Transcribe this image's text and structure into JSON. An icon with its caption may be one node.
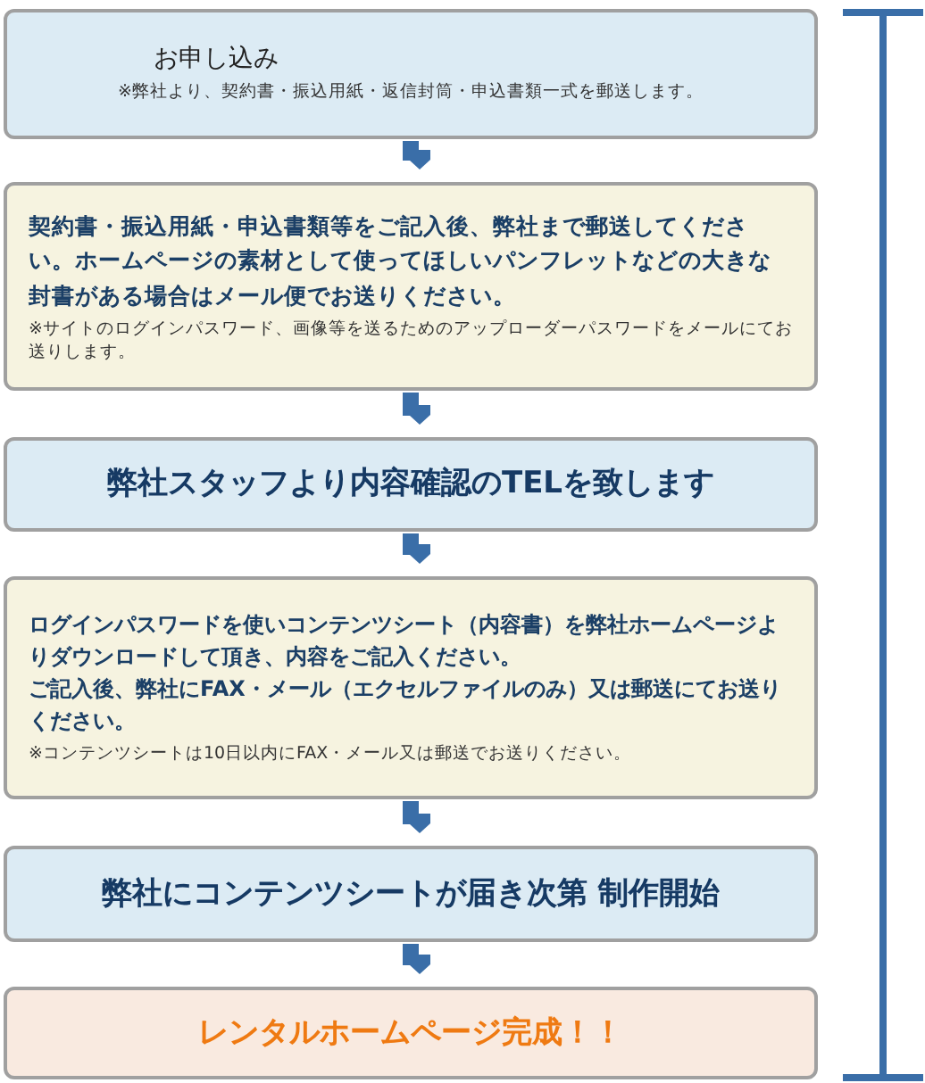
{
  "diagram": {
    "nodes": [
      {
        "text": [
          "お申し込み",
          "※弊社より、契約書・振込用紙・返信封筒・申込書類一式を郵送します。"
        ]
      },
      {
        "text": [
          "契約書・振込用紙・申込書類等をご記入後、弊社まで郵送してください。ホームページの素材として使ってほしいパンフレットなどの大きな封書がある場合はメール便でお送りください。",
          "※サイトのログインパスワード、画像等を送るためのアップローダーパスワードをメールにてお送りします。"
        ]
      },
      {
        "text": [
          "弊社スタッフより内容確認のTELを致します"
        ]
      },
      {
        "text": [
          "ログインパスワードを使いコンテンツシート（内容書）を弊社ホームページよりダウンロードして頂き、内容をご記入ください。",
          "ご記入後、弊社にFAX・メール（エクセルファイルのみ）又は郵送にてお送りください。",
          "※コンテンツシートは10日以内にFAX・メール又は郵送でお送りください。"
        ]
      },
      {
        "text": [
          "弊社にコンテンツシートが届き次第 制作開始"
        ]
      },
      {
        "text": [
          "レンタルホームページ完成！！"
        ]
      }
    ],
    "edges": [
      {
        "from": 0,
        "to": 1,
        "arrow": "to"
      },
      {
        "from": 1,
        "to": 2,
        "arrow": "to"
      },
      {
        "from": 2,
        "to": 3,
        "arrow": "to"
      },
      {
        "from": 3,
        "to": 4,
        "arrow": "to"
      },
      {
        "from": 4,
        "to": 5,
        "arrow": "to"
      }
    ]
  }
}
